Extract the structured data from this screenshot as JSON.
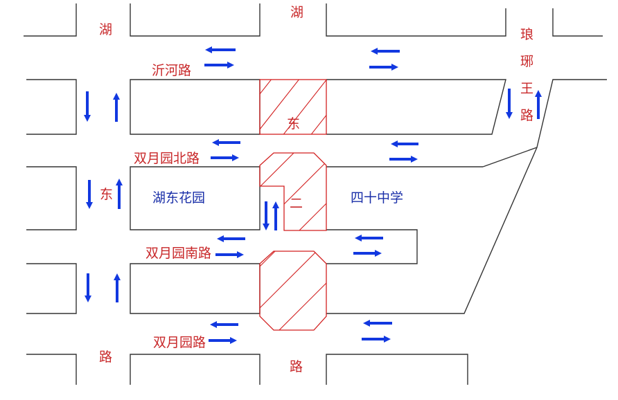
{
  "colors": {
    "road_label": "#c8282a",
    "place_label": "#1a2fa8",
    "arrow": "#1238e0",
    "hatch": "#d21f1f",
    "curb": "#333333"
  },
  "roads": {
    "hudong_top_left": "湖",
    "hudong_top_right": "湖",
    "hudong_mid_left": "东",
    "hudong_bottom_left": "路",
    "hudong_bottom_right": "路",
    "hatch_char_1": "东",
    "hatch_char_2": "二",
    "yihe": "沂河路",
    "langya_1": "琅",
    "langya_2": "琊",
    "langya_3": "王",
    "langya_4": "路",
    "shuangyue_north": "双月园北路",
    "shuangyue_south": "双月园南路",
    "shuangyue": "双月园路"
  },
  "places": {
    "hudong_garden": "湖东花园",
    "school_40": "四十中学"
  },
  "icons": {
    "arrow_left": "arrow-left-icon",
    "arrow_right": "arrow-right-icon",
    "arrow_up": "arrow-up-icon",
    "arrow_down": "arrow-down-icon"
  }
}
